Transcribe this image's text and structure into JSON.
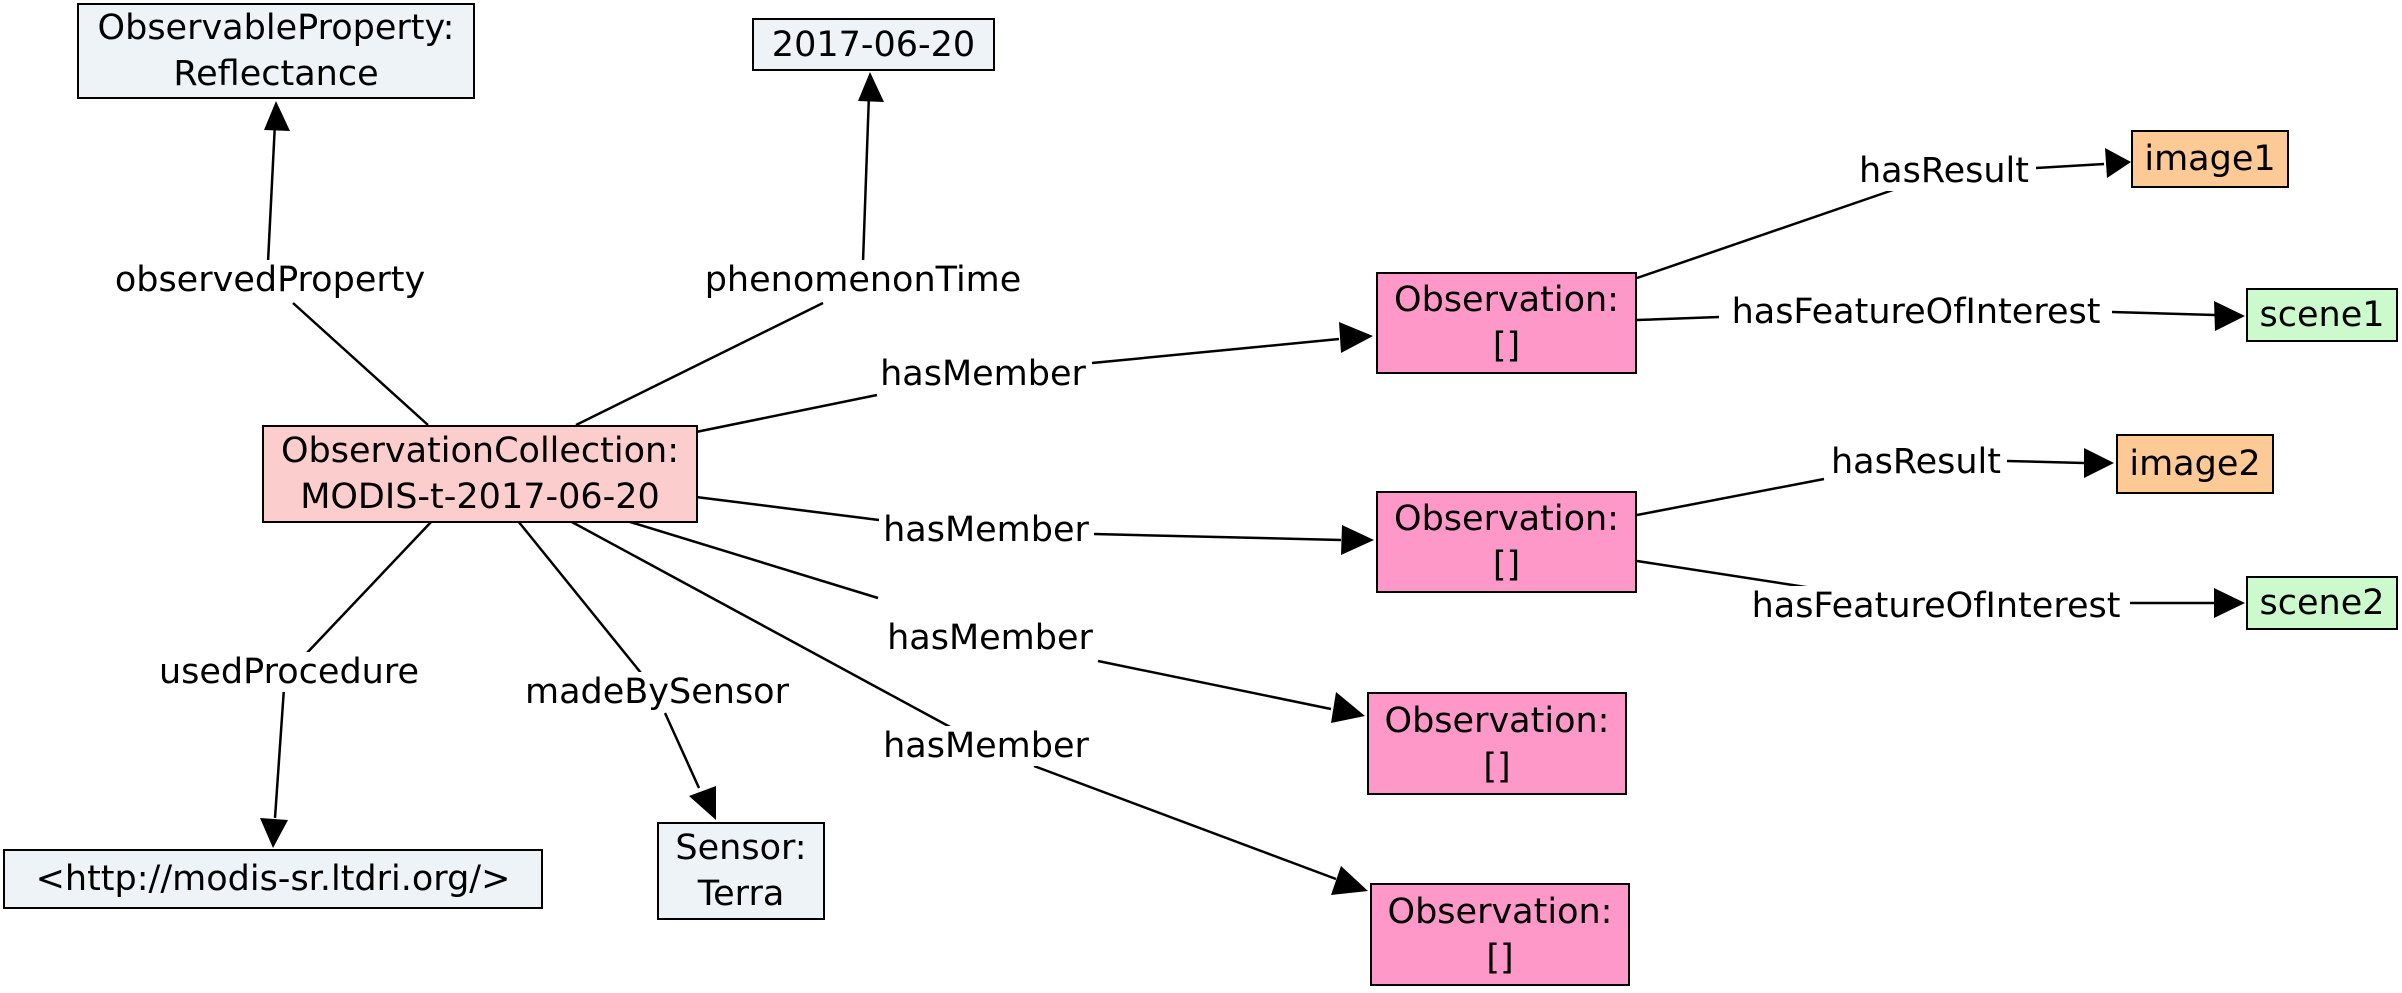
{
  "nodes": {
    "observable_property": {
      "line1": "ObservableProperty:",
      "line2": "Reflectance"
    },
    "date": {
      "label": "2017-06-20"
    },
    "collection": {
      "line1": "ObservationCollection:",
      "line2": "MODIS-t-2017-06-20"
    },
    "procedure": {
      "label": "<http://modis-sr.ltdri.org/>"
    },
    "sensor": {
      "line1": "Sensor:",
      "line2": "Terra"
    },
    "observation_1": {
      "line1": "Observation:",
      "line2": "[]"
    },
    "observation_2": {
      "line1": "Observation:",
      "line2": "[]"
    },
    "observation_3": {
      "line1": "Observation:",
      "line2": "[]"
    },
    "observation_4": {
      "line1": "Observation:",
      "line2": "[]"
    },
    "image1": {
      "label": "image1"
    },
    "image2": {
      "label": "image2"
    },
    "scene1": {
      "label": "scene1"
    },
    "scene2": {
      "label": "scene2"
    }
  },
  "edges": {
    "observed_property": "observedProperty",
    "phenomenon_time": "phenomenonTime",
    "used_procedure": "usedProcedure",
    "made_by_sensor": "madeBySensor",
    "has_member_1": "hasMember",
    "has_member_2": "hasMember",
    "has_member_3": "hasMember",
    "has_member_4": "hasMember",
    "has_result_1": "hasResult",
    "has_result_2": "hasResult",
    "has_feature_1": "hasFeatureOfInterest",
    "has_feature_2": "hasFeatureOfInterest"
  },
  "colors": {
    "neutral_node": "#edf3f6",
    "collection_node": "#fccdcd",
    "observation_node": "#fd98c8",
    "result_node": "#fdc994",
    "feature_node": "#ccfacd"
  }
}
